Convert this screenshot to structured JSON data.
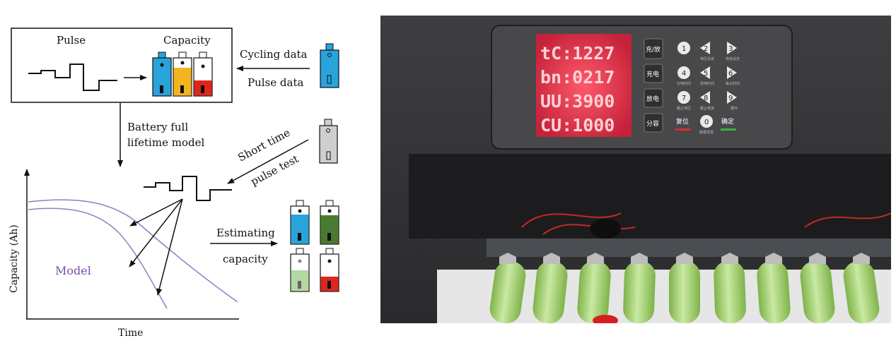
{
  "diagram": {
    "pulse_label": "Pulse",
    "capacity_label": "Capacity",
    "cycling_data": "Cycling data",
    "pulse_data": "Pulse data",
    "lifetime_model_line1": "Battery full",
    "lifetime_model_line2": "lifetime model",
    "short_time": "Short time",
    "pulse_test": "pulse test",
    "estimating": "Estimating",
    "capacity_word": "capacity",
    "model": "Model",
    "xlabel": "Time",
    "ylabel": "Capacity (Ah)",
    "colors": {
      "blue": "#29a3dc",
      "yellow": "#f2b51f",
      "red": "#e0251c",
      "dark_green": "#4a7a2f",
      "light_green": "#b5d7a1",
      "gray": "#cfcfcf",
      "model_curve": "#9a79c4"
    }
  },
  "display": {
    "rows": [
      "tC:1227",
      "bn:0217",
      "UU:3900",
      "CU:1000"
    ]
  },
  "keypad": {
    "left_buttons": [
      "充/放",
      "充电",
      "放电",
      "分容"
    ],
    "number_keys": [
      "1",
      "2",
      "3",
      "4",
      "5",
      "6",
      "7",
      "8",
      "9",
      "0"
    ],
    "key_captions": [
      "",
      "电压设定",
      "电流设定",
      "充电时间",
      "放电时间",
      "最大时间",
      "截止电压",
      "截止电流",
      "循环"
    ],
    "reset_label": "复位",
    "zero_caption": "数据清零",
    "confirm_label": "确定"
  }
}
